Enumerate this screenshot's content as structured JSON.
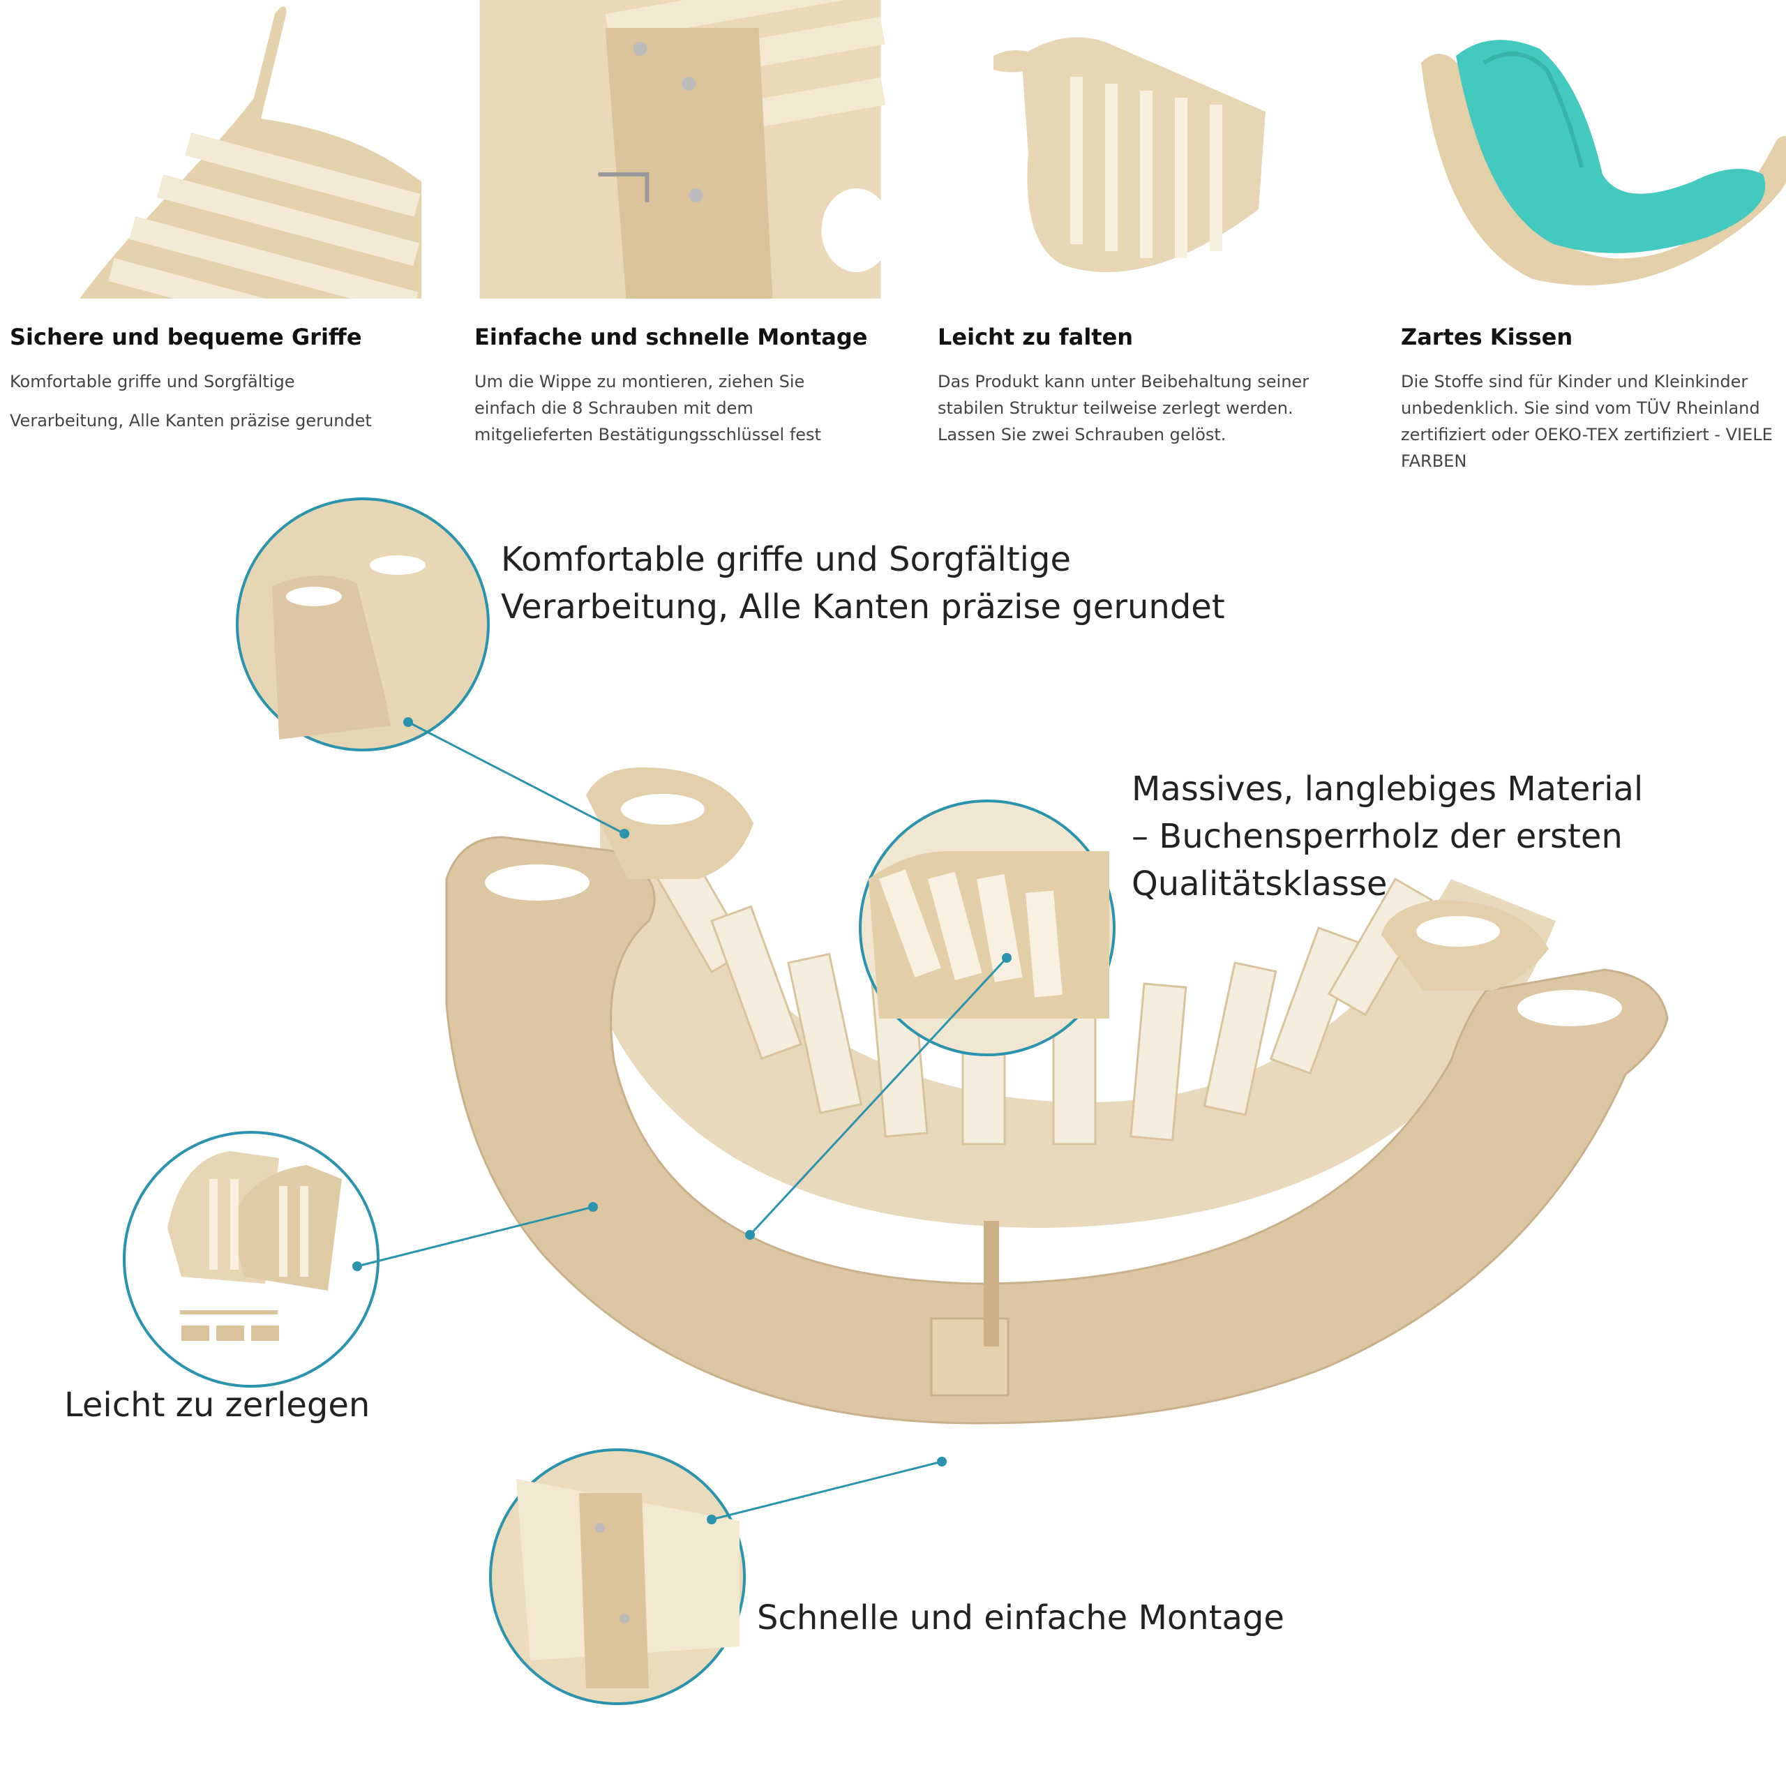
{
  "features": [
    {
      "title": "Sichere und bequeme Griffe",
      "lines": [
        "Komfortable griffe und Sorgfältige",
        "Verarbeitung, Alle Kanten präzise gerundet"
      ]
    },
    {
      "title": "Einfache und schnelle Montage",
      "lines": [
        "Um die Wippe zu montieren, ziehen Sie einfach die 8 Schrauben mit dem mitgelieferten Bestätigungsschlüssel fest"
      ]
    },
    {
      "title": "Leicht zu falten",
      "lines": [
        "Das Produkt kann unter Beibehaltung seiner stabilen Struktur teilweise zerlegt werden. Lassen Sie zwei Schrauben gelöst."
      ]
    },
    {
      "title": "Zartes Kissen",
      "lines": [
        "Die Stoffe sind für Kinder und Kleinkinder unbedenklich. Sie sind vom TÜV Rheinland zertifiziert oder OEKO-TEX zertifiziert - VIELE FARBEN"
      ]
    }
  ],
  "callouts": {
    "handles": [
      "Komfortable griffe und Sorgfältige",
      "Verarbeitung, Alle Kanten präzise gerundet"
    ],
    "material": [
      "Massives, langlebiges Material",
      "– Buchensperrholz der ersten",
      "Qualitätsklasse"
    ],
    "disassemble": "Leicht zu zerlegen",
    "assembly": "Schnelle und einfache Montage"
  },
  "colors": {
    "wood": "#dcc7a2",
    "wood_dark": "#c9b08a",
    "accent_line": "#2a93ad",
    "cushion": "#43c9bd"
  }
}
